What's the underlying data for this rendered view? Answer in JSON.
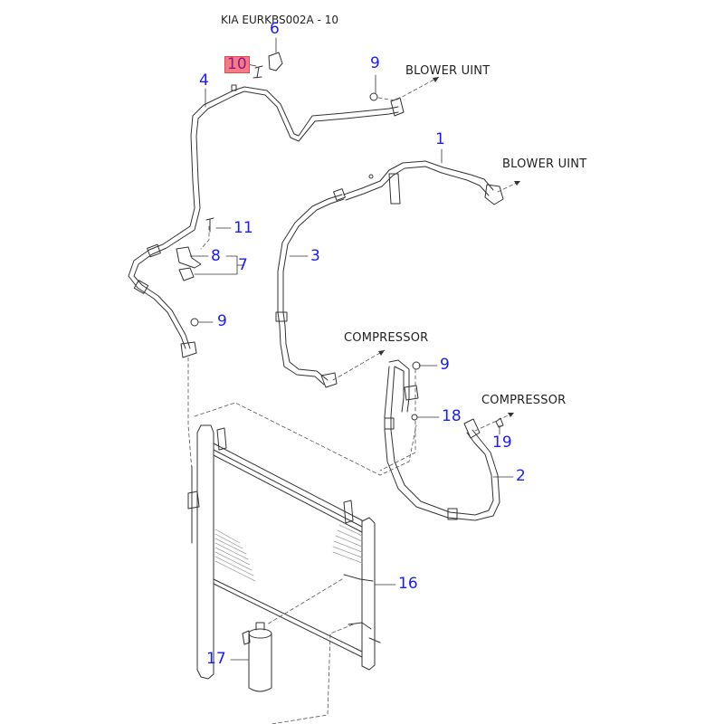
{
  "title": "KIA EURKBS002A - 10",
  "callouts": {
    "blower_top": "BLOWER UINT",
    "blower_mid": "BLOWER UINT",
    "compressor_mid": "COMPRESSOR",
    "compressor_right": "COMPRESSOR"
  },
  "parts": [
    {
      "id": "p6",
      "label": "6"
    },
    {
      "id": "p10",
      "label": "10",
      "highlighted": true,
      "highlight_color": "#f47a85"
    },
    {
      "id": "p4",
      "label": "4"
    },
    {
      "id": "p9a",
      "label": "9"
    },
    {
      "id": "p1",
      "label": "1"
    },
    {
      "id": "p11",
      "label": "11"
    },
    {
      "id": "p8",
      "label": "8"
    },
    {
      "id": "p7",
      "label": "7"
    },
    {
      "id": "p3",
      "label": "3"
    },
    {
      "id": "p9b",
      "label": "9"
    },
    {
      "id": "p9c",
      "label": "9"
    },
    {
      "id": "p18",
      "label": "18"
    },
    {
      "id": "p19",
      "label": "19"
    },
    {
      "id": "p2",
      "label": "2"
    },
    {
      "id": "p16",
      "label": "16"
    },
    {
      "id": "p17",
      "label": "17"
    }
  ],
  "colors": {
    "label": "#1a1aff",
    "highlight_bg": "#f47a85",
    "highlight_text": "#8a1a8a",
    "line": "#333333"
  }
}
